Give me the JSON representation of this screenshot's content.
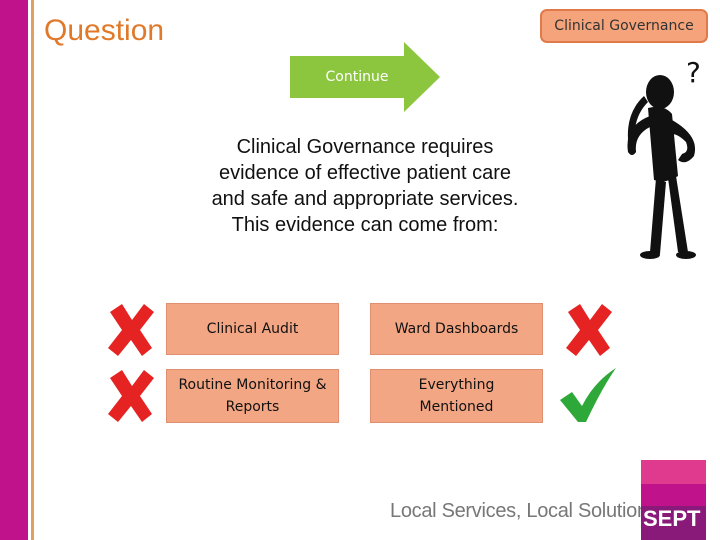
{
  "header": {
    "title": "Question",
    "badge": "Clinical Governance"
  },
  "continue_button": {
    "label": "Continue"
  },
  "question": {
    "text": "Clinical Governance requires evidence of effective patient care and safe and appropriate services. This evidence can come from:"
  },
  "options": [
    {
      "label": "Clinical Audit",
      "mark": "cross-icon"
    },
    {
      "label": "Ward Dashboards",
      "mark": "cross-icon"
    },
    {
      "label": "Routine Monitoring & Reports",
      "mark": "cross-icon"
    },
    {
      "label": "Everything Mentioned",
      "mark": "check-icon"
    }
  ],
  "footer": {
    "tagline": "Local Services, Local Solutions",
    "logo_text": "SEPT"
  },
  "colors": {
    "magenta": "#c0128a",
    "orange": "#e07a2a",
    "option_fill": "#f3a684",
    "arrow_green": "#8cc63f",
    "cross_red": "#e52323",
    "check_green": "#2fa83a"
  }
}
